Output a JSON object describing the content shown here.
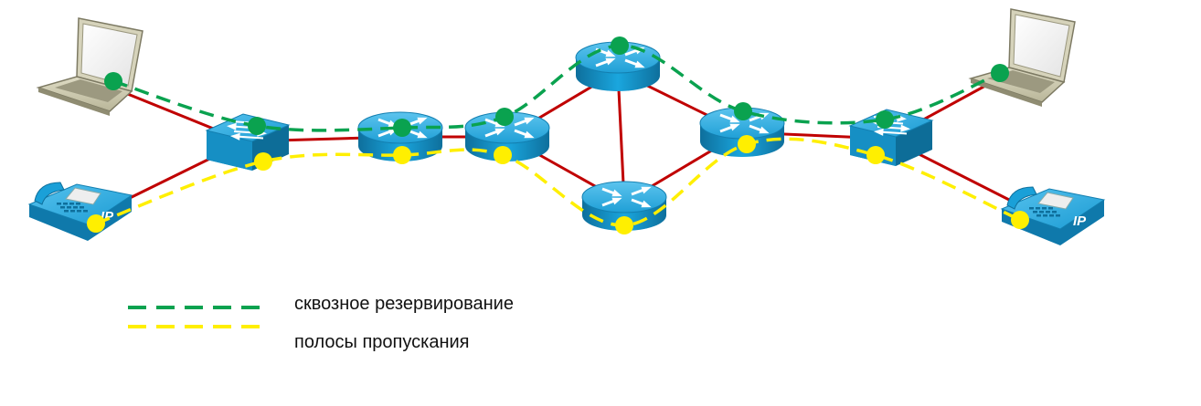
{
  "colors": {
    "background": "#ffffff",
    "link": "#c00000",
    "path_green": "#0aa24f",
    "path_yellow": "#ffef00",
    "device_blue": "#1ba0d8",
    "device_dark": "#0f6e99",
    "laptop_body": "#c8c5ab"
  },
  "devices": [
    {
      "id": "laptop-left",
      "kind": "laptop-icon"
    },
    {
      "id": "ipphone-left",
      "kind": "ip-phone-icon"
    },
    {
      "id": "switch-left",
      "kind": "switch-icon"
    },
    {
      "id": "router-1",
      "kind": "router-icon"
    },
    {
      "id": "router-2",
      "kind": "router-icon"
    },
    {
      "id": "router-top",
      "kind": "router-icon"
    },
    {
      "id": "router-bottom",
      "kind": "router-icon"
    },
    {
      "id": "router-right",
      "kind": "router-icon"
    },
    {
      "id": "switch-right",
      "kind": "switch-icon"
    },
    {
      "id": "laptop-right",
      "kind": "laptop-icon"
    },
    {
      "id": "ipphone-right",
      "kind": "ip-phone-icon"
    }
  ],
  "links": [
    [
      "laptop-left",
      "switch-left"
    ],
    [
      "ipphone-left",
      "switch-left"
    ],
    [
      "switch-left",
      "router-1"
    ],
    [
      "router-1",
      "router-2"
    ],
    [
      "router-2",
      "router-top"
    ],
    [
      "router-2",
      "router-bottom"
    ],
    [
      "router-top",
      "router-bottom"
    ],
    [
      "router-top",
      "router-right"
    ],
    [
      "router-bottom",
      "router-right"
    ],
    [
      "router-right",
      "switch-right"
    ],
    [
      "switch-right",
      "laptop-right"
    ],
    [
      "switch-right",
      "ipphone-right"
    ]
  ],
  "paths": {
    "green": [
      "laptop-left",
      "switch-left",
      "router-1",
      "router-2",
      "router-top",
      "router-right",
      "switch-right",
      "laptop-right"
    ],
    "yellow": [
      "ipphone-left",
      "switch-left",
      "router-1",
      "router-2",
      "router-bottom",
      "router-right",
      "switch-right",
      "ipphone-right"
    ]
  },
  "ip_phone_label": "IP",
  "legend": [
    {
      "color": "#0aa24f",
      "label": "сквозное  резервирование"
    },
    {
      "color": "#ffef00",
      "label": "полосы пропускания"
    }
  ]
}
